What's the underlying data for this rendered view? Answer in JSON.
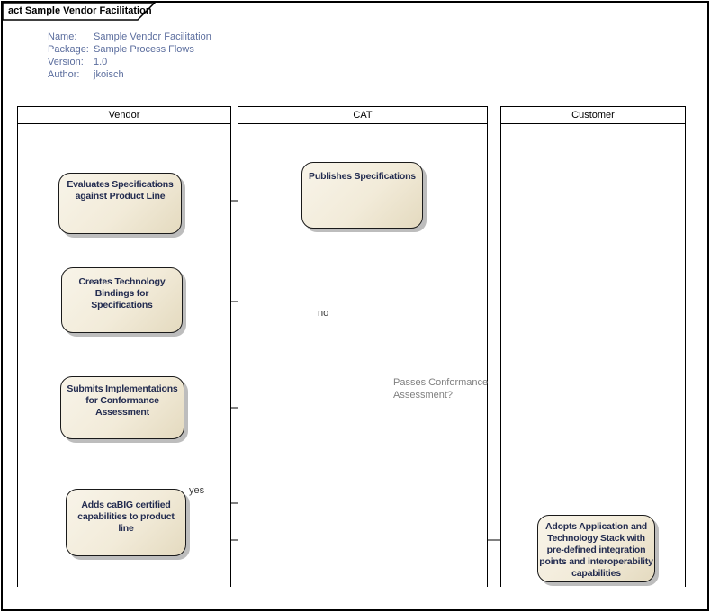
{
  "frame": {
    "tab_label": "act Sample Vendor Facilitation"
  },
  "metadata": {
    "rows": [
      {
        "label": "Name:",
        "value": "Sample Vendor Facilitation"
      },
      {
        "label": "Package:",
        "value": "Sample Process Flows"
      },
      {
        "label": "Version:",
        "value": "1.0"
      },
      {
        "label": "Author:",
        "value": "jkoisch"
      }
    ]
  },
  "lanes": [
    {
      "label": "Vendor"
    },
    {
      "label": "CAT"
    },
    {
      "label": "Customer"
    }
  ],
  "nodes": {
    "publishes": {
      "label": "Publishes Specifications"
    },
    "evaluates": {
      "label": "Evaluates Specifications against Product Line"
    },
    "creates": {
      "label": "Creates Technology Bindings for Specifications"
    },
    "submits": {
      "label": "Submits Implementations for Conformance Assessment"
    },
    "adds": {
      "label": "Adds caBIG certified capabilities to product line"
    },
    "adopts": {
      "label": "Adopts Application and Technology Stack with pre-defined integration points and interoperability capabilities"
    }
  },
  "decision": {
    "question": "Passes Conformance Assessment?",
    "no_label": "no",
    "yes_label": "yes"
  },
  "colors": {
    "node_fill_light": "#F8F4E9",
    "node_fill_dark": "#E4DABF",
    "node_border": "#1A1A1A",
    "node_text": "#232C50",
    "node_shadow": "#BDBDBD",
    "metadata_text": "#5C6E9E",
    "question_text": "#808080",
    "frame_border": "#000000"
  }
}
